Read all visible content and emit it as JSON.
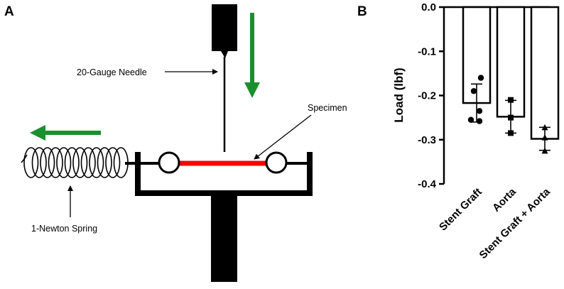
{
  "panel_a": {
    "label": "A",
    "needle_label": "20-Gauge Needle",
    "specimen_label": "Specimen",
    "spring_label": "1-Newton Spring",
    "colors": {
      "arrow": "#1a8f2e",
      "specimen": "#ff0000",
      "ink": "#000000"
    }
  },
  "panel_b": {
    "label": "B"
  },
  "chart_data": {
    "type": "bar",
    "categories": [
      "Stent Graft",
      "Aorta",
      "Stent Graft + Aorta"
    ],
    "values": [
      -0.217,
      -0.248,
      -0.298
    ],
    "error": [
      0.043,
      0.037,
      0.026
    ],
    "points": [
      [
        -0.16,
        -0.19,
        -0.235,
        -0.255,
        -0.258
      ],
      [
        -0.21,
        -0.25,
        -0.285
      ],
      [
        -0.272,
        -0.295,
        -0.325
      ]
    ],
    "markers": [
      "circle",
      "square",
      "triangle"
    ],
    "xlabel": "",
    "ylabel": "Load (lbf)",
    "ylim": [
      -0.4,
      0
    ],
    "yticks": [
      0.0,
      -0.1,
      -0.2,
      -0.3,
      -0.4
    ],
    "ytick_labels": [
      "0.0",
      "-0.1",
      "-0.2",
      "-0.3",
      "-0.4"
    ],
    "grid": false,
    "legend": "none"
  }
}
